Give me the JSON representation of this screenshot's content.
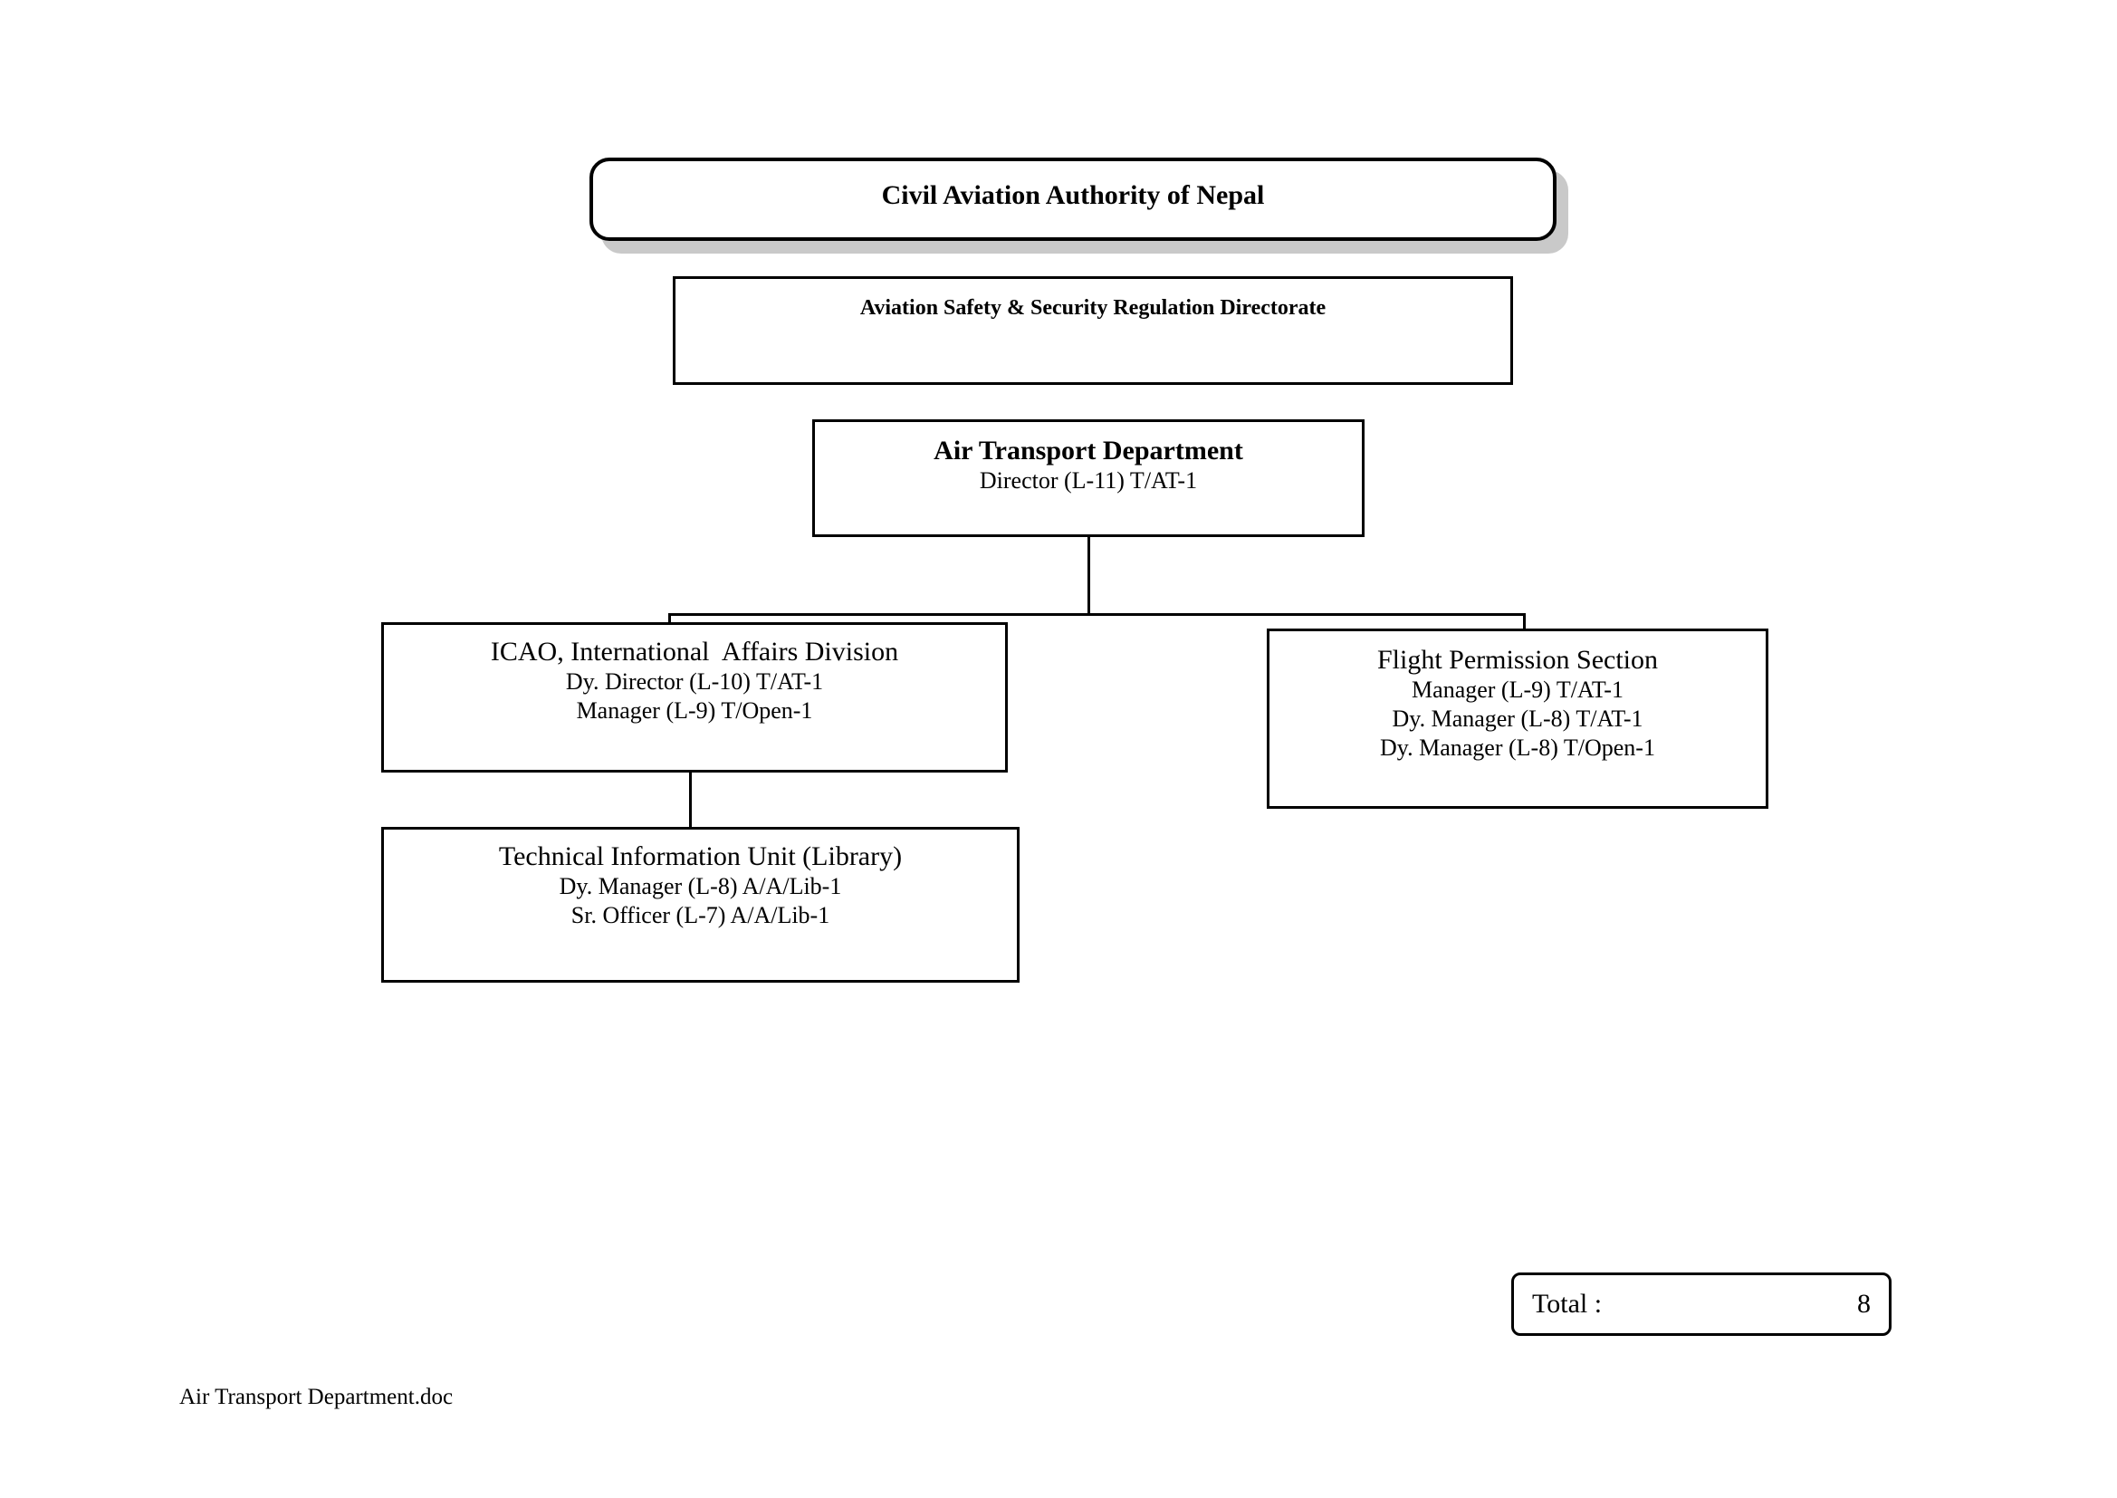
{
  "document": {
    "footer_filename": "Air Transport Department.doc"
  },
  "chart_data": {
    "type": "diagram",
    "diagram_type": "organization-chart",
    "title": "Air Transport Department Organization Chart",
    "nodes": [
      {
        "id": "root",
        "shape": "rounded-rectangle",
        "shadow": true,
        "title": "Civil Aviation Authority of Nepal",
        "bold_title": true,
        "lines": []
      },
      {
        "id": "directorate",
        "shape": "rectangle",
        "shadow": false,
        "title": "Aviation Safety & Security Regulation Directorate",
        "bold_title": true,
        "lines": []
      },
      {
        "id": "department",
        "shape": "rectangle",
        "shadow": false,
        "title": "Air Transport Department",
        "bold_title": true,
        "lines": [
          "Director (L-11) T/AT-1"
        ]
      },
      {
        "id": "icao",
        "shape": "rectangle",
        "shadow": false,
        "title": "ICAO, International  Affairs Division",
        "bold_title": false,
        "lines": [
          "Dy. Director (L-10) T/AT-1",
          "Manager (L-9) T/Open-1"
        ]
      },
      {
        "id": "flight_permission",
        "shape": "rectangle",
        "shadow": false,
        "title": "Flight Permission Section",
        "bold_title": false,
        "lines": [
          "Manager (L-9) T/AT-1",
          "Dy. Manager (L-8) T/AT-1",
          "Dy. Manager (L-8) T/Open-1"
        ]
      },
      {
        "id": "tiu",
        "shape": "rectangle",
        "shadow": false,
        "title": "Technical Information Unit (Library)",
        "bold_title": false,
        "lines": [
          "Dy. Manager (L-8) A/A/Lib-1",
          "Sr. Officer (L-7) A/A/Lib-1"
        ]
      }
    ],
    "edges": [
      {
        "from": "department",
        "to": "icao",
        "style": "elbow",
        "arrow": true
      },
      {
        "from": "department",
        "to": "flight_permission",
        "style": "elbow",
        "arrow": true
      },
      {
        "from": "icao",
        "to": "tiu",
        "style": "straight",
        "arrow": false
      }
    ],
    "colors": {
      "line": "#000000",
      "fill": "#ffffff",
      "shadow": "#c9c9c9",
      "text": "#000000"
    }
  },
  "nodes": {
    "root": {
      "title": "Civil Aviation Authority of Nepal"
    },
    "directorate": {
      "title": "Aviation Safety & Security Regulation Directorate"
    },
    "department": {
      "title": "Air Transport Department",
      "line1": "Director (L-11) T/AT-1"
    },
    "icao": {
      "title": "ICAO, International  Affairs Division",
      "line1": "Dy. Director (L-10) T/AT-1",
      "line2": "Manager (L-9) T/Open-1"
    },
    "flight_permission": {
      "title": "Flight Permission Section",
      "line1": "Manager (L-9) T/AT-1",
      "line2": "Dy. Manager (L-8) T/AT-1",
      "line3": "Dy. Manager (L-8) T/Open-1"
    },
    "tiu": {
      "title": "Technical Information Unit (Library)",
      "line1": "Dy. Manager (L-8) A/A/Lib-1",
      "line2": "Sr. Officer (L-7) A/A/Lib-1"
    }
  },
  "total": {
    "label": "Total :",
    "value": "8"
  }
}
